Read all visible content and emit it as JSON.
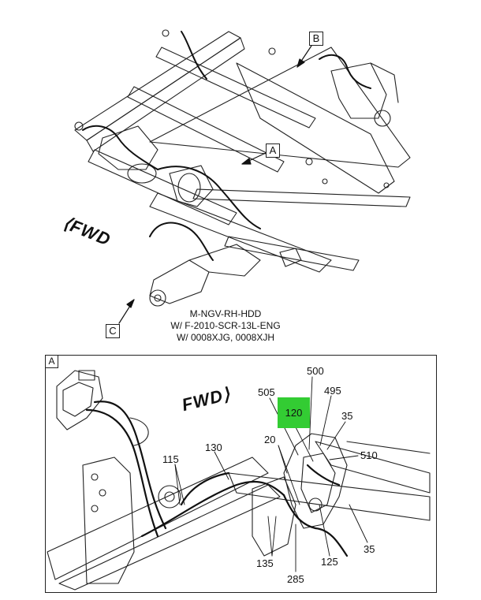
{
  "upper_view": {
    "callouts": {
      "a": "A",
      "b": "B",
      "c": "C"
    },
    "fwd_label": "FWD",
    "caption": {
      "line1": "M-NGV-RH-HDD",
      "line2": "W/ F-2010-SCR-13L-ENG",
      "line3": "W/ 0008XJG, 0008XJH"
    }
  },
  "detail_view": {
    "label": "A",
    "fwd_label": "FWD",
    "highlighted_part": "120",
    "highlight_color": "#33cc33",
    "parts": {
      "p500": "500",
      "p505": "505",
      "p495": "495",
      "p35_top": "35",
      "p20": "20",
      "p510": "510",
      "p115": "115",
      "p130": "130",
      "p35_bottom": "35",
      "p135": "135",
      "p125": "125",
      "p285": "285"
    }
  }
}
